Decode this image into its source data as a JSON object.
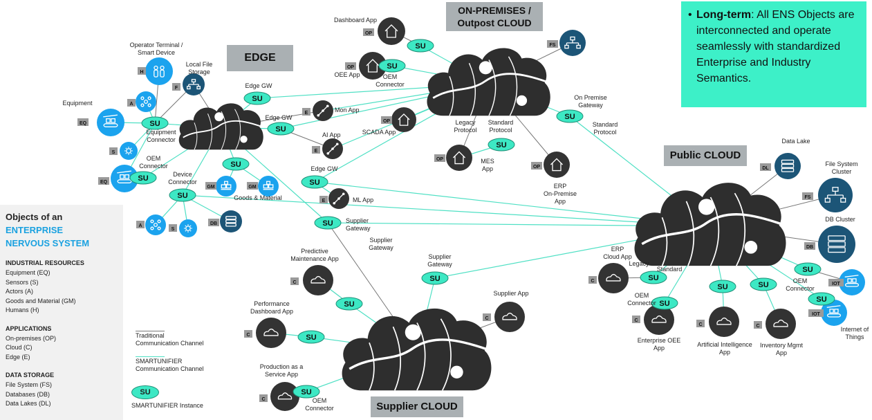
{
  "zones": {
    "edge": "EDGE",
    "onprem": "ON-PREMISES /\nOutpost CLOUD",
    "public": "Public CLOUD",
    "supplier": "Supplier CLOUD"
  },
  "note": {
    "bullet": "•",
    "bold": "Long-term",
    "text": ": All ENS Objects are interconnected and operate seamlessly with standardized Enterprise and Industry Semantics."
  },
  "legend": {
    "title_line1": "Objects of an",
    "title_line2": "ENTERPRISE",
    "title_line3": "NERVOUS SYSTEM",
    "sections": [
      {
        "heading": "INDUSTRIAL RESOURCES",
        "items": [
          "Equipment (EQ)",
          "Sensors (S)",
          "Actors (A)",
          "Goods and Material (GM)",
          "Humans (H)"
        ]
      },
      {
        "heading": "APPLICATIONS",
        "items": [
          "On-premises (OP)",
          "Cloud (C)",
          "Edge (E)"
        ]
      },
      {
        "heading": "DATA STORAGE",
        "items": [
          "File System (FS)",
          "Databases (DB)",
          "Data Lakes (DL)"
        ]
      }
    ]
  },
  "channel_legend": {
    "traditional": "Traditional\nCommunication Channel",
    "smartunifier": "SMARTUNIFIER\nCommunication Channel",
    "instance_badge": "SU",
    "instance_label": "SMARTUNIFIER Instance"
  },
  "colors": {
    "cloud": "#2e2e2e",
    "app": "#333333",
    "resource": "#1ba3ee",
    "storage": "#1c5577",
    "su": "#3de8c4",
    "traditional_line": "#777777",
    "su_line": "#4fe0c4",
    "note_bg": "#3df0c8",
    "legend_bg": "#f1f1f1"
  },
  "clouds": [
    {
      "id": "edge"
    },
    {
      "id": "onprem"
    },
    {
      "id": "public"
    },
    {
      "id": "supplier"
    }
  ],
  "nodes": [
    {
      "id": "eq1",
      "kind": "resource",
      "tag": "EQ",
      "icon": "conveyor-icon",
      "label": "Equipment"
    },
    {
      "id": "h1",
      "kind": "resource",
      "tag": "H",
      "icon": "humans-icon",
      "label": "Operator Terminal /\nSmart Device"
    },
    {
      "id": "fs1",
      "kind": "storage",
      "tag": "F",
      "icon": "file-tree-icon",
      "label": "Local File\nStorage"
    },
    {
      "id": "a1",
      "kind": "resource",
      "tag": "A",
      "icon": "actor-icon",
      "label": ""
    },
    {
      "id": "s1",
      "kind": "resource",
      "tag": "S",
      "icon": "sensor-icon",
      "label": ""
    },
    {
      "id": "eq2",
      "kind": "resource",
      "tag": "EQ",
      "icon": "conveyor-icon",
      "label": ""
    },
    {
      "id": "gm1",
      "kind": "resource",
      "tag": "GM",
      "icon": "boxes-icon",
      "label": ""
    },
    {
      "id": "gm2",
      "kind": "resource",
      "tag": "GM",
      "icon": "boxes-icon",
      "label": ""
    },
    {
      "id": "a2",
      "kind": "resource",
      "tag": "A",
      "icon": "actor-icon",
      "label": ""
    },
    {
      "id": "s2",
      "kind": "resource",
      "tag": "S",
      "icon": "sensor-icon",
      "label": ""
    },
    {
      "id": "db1",
      "kind": "storage",
      "tag": "DB",
      "icon": "database-icon",
      "label": ""
    },
    {
      "id": "e1",
      "kind": "app",
      "tag": "E",
      "icon": "edge-app-icon",
      "label": "Mon App"
    },
    {
      "id": "e2",
      "kind": "app",
      "tag": "E",
      "icon": "edge-app-icon",
      "label": "AI App"
    },
    {
      "id": "e3",
      "kind": "app",
      "tag": "E",
      "icon": "edge-app-icon",
      "label": "ML App"
    },
    {
      "id": "op1",
      "kind": "app",
      "tag": "OP",
      "icon": "home-app-icon",
      "label": "Dashboard App"
    },
    {
      "id": "op2",
      "kind": "app",
      "tag": "OP",
      "icon": "home-app-icon",
      "label": "OEE App"
    },
    {
      "id": "op3",
      "kind": "app",
      "tag": "OP",
      "icon": "home-app-icon",
      "label": "SCADA App"
    },
    {
      "id": "op4",
      "kind": "app",
      "tag": "OP",
      "icon": "home-app-icon",
      "label": "MES\nApp"
    },
    {
      "id": "op5",
      "kind": "app",
      "tag": "OP",
      "icon": "home-app-icon",
      "label": "ERP\nOn-Premise\nApp"
    },
    {
      "id": "fs2",
      "kind": "storage",
      "tag": "FS",
      "icon": "file-tree-icon",
      "label": ""
    },
    {
      "id": "dl1",
      "kind": "storage",
      "tag": "DL",
      "icon": "data-lake-icon",
      "label": "Data Lake"
    },
    {
      "id": "fs3",
      "kind": "storage",
      "tag": "FS",
      "icon": "file-tree-icon",
      "label": "File System\nCluster"
    },
    {
      "id": "db2",
      "kind": "storage",
      "tag": "DB",
      "icon": "database-icon",
      "label": "DB Cluster"
    },
    {
      "id": "iot1",
      "kind": "resource",
      "tag": "IOT",
      "icon": "conveyor-icon",
      "label": ""
    },
    {
      "id": "iot2",
      "kind": "resource",
      "tag": "IOT",
      "icon": "conveyor-icon",
      "label": "Internet of\nThings"
    },
    {
      "id": "c1",
      "kind": "app",
      "tag": "C",
      "icon": "cloud-app-icon",
      "label": "ERP\nCloud App"
    },
    {
      "id": "c2",
      "kind": "app",
      "tag": "C",
      "icon": "cloud-app-icon",
      "label": "Enterprise OEE\nApp"
    },
    {
      "id": "c3",
      "kind": "app",
      "tag": "C",
      "icon": "cloud-app-icon",
      "label": "Artificial Intelligence\nApp"
    },
    {
      "id": "c4",
      "kind": "app",
      "tag": "C",
      "icon": "cloud-app-icon",
      "label": "Inventory Mgmt\nApp"
    },
    {
      "id": "c5",
      "kind": "app",
      "tag": "C",
      "icon": "cloud-app-icon",
      "label": "Predictive\nMaintenance App"
    },
    {
      "id": "c6",
      "kind": "app",
      "tag": "C",
      "icon": "cloud-app-icon",
      "label": "Performance\nDashboard App"
    },
    {
      "id": "c7",
      "kind": "app",
      "tag": "C",
      "icon": "cloud-app-icon",
      "label": "Production as a\nService App"
    },
    {
      "id": "c8",
      "kind": "app",
      "tag": "C",
      "icon": "cloud-app-icon",
      "label": "Supplier App"
    }
  ],
  "su_nodes": [
    {
      "id": "su_eqc",
      "label": "Equipment\nConnector"
    },
    {
      "id": "su_oem1",
      "label": "OEM\nConnector"
    },
    {
      "id": "su_edgegw1",
      "label": "Edge GW"
    },
    {
      "id": "su_edgegw2",
      "label": "Edge GW"
    },
    {
      "id": "su_gm",
      "label": "Goods & Material"
    },
    {
      "id": "su_dev",
      "label": "Device\nConnector"
    },
    {
      "id": "su_edgegw3",
      "label": "Edge GW"
    },
    {
      "id": "su_supgw1",
      "label": "Supplier\nGateway"
    },
    {
      "id": "su_op_top",
      "label": ""
    },
    {
      "id": "su_oem2",
      "label": "OEM\nConnector"
    },
    {
      "id": "su_mes",
      "label": ""
    },
    {
      "id": "su_opgw",
      "label": "On Premise\nGateway"
    },
    {
      "id": "su_supgw2",
      "label": "Supplier\nGateway"
    },
    {
      "id": "su_sup1",
      "label": ""
    },
    {
      "id": "su_sup2",
      "label": ""
    },
    {
      "id": "su_oem3",
      "label": "OEM\nConnector"
    },
    {
      "id": "su_erpc",
      "label": ""
    },
    {
      "id": "su_oem4",
      "label": "OEM\nConnector"
    },
    {
      "id": "su_ai",
      "label": ""
    },
    {
      "id": "su_inv",
      "label": ""
    },
    {
      "id": "su_oem5",
      "label": "OEM\nConnector"
    },
    {
      "id": "su_iot",
      "label": ""
    }
  ],
  "free_labels": [
    {
      "id": "legacy1",
      "text": "Legacy\nProtocol"
    },
    {
      "id": "standard1",
      "text": "Standard\nProtocol"
    },
    {
      "id": "standard2",
      "text": "Standard\nProtocol"
    },
    {
      "id": "supgw_text",
      "text": "Supplier\nGateway"
    },
    {
      "id": "legacy2",
      "text": "Legacy"
    },
    {
      "id": "standard3",
      "text": "Standard"
    }
  ]
}
